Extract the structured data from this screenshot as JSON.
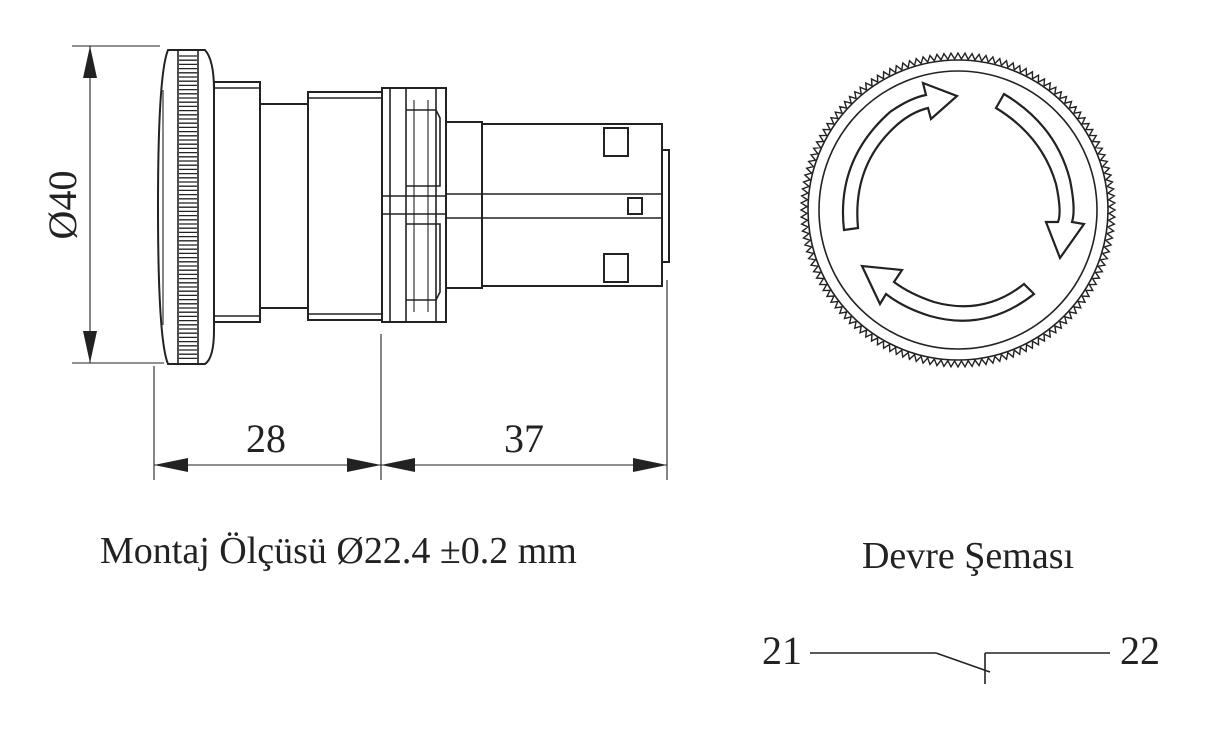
{
  "dimensions": {
    "diameter_label": "Ø40",
    "length_front_label": "28",
    "length_body_label": "37"
  },
  "captions": {
    "mounting": "Montaj Ölçüsü Ø22.4 ±0.2 mm",
    "circuit": "Devre Şeması"
  },
  "terminals": {
    "left": "21",
    "right": "22"
  }
}
